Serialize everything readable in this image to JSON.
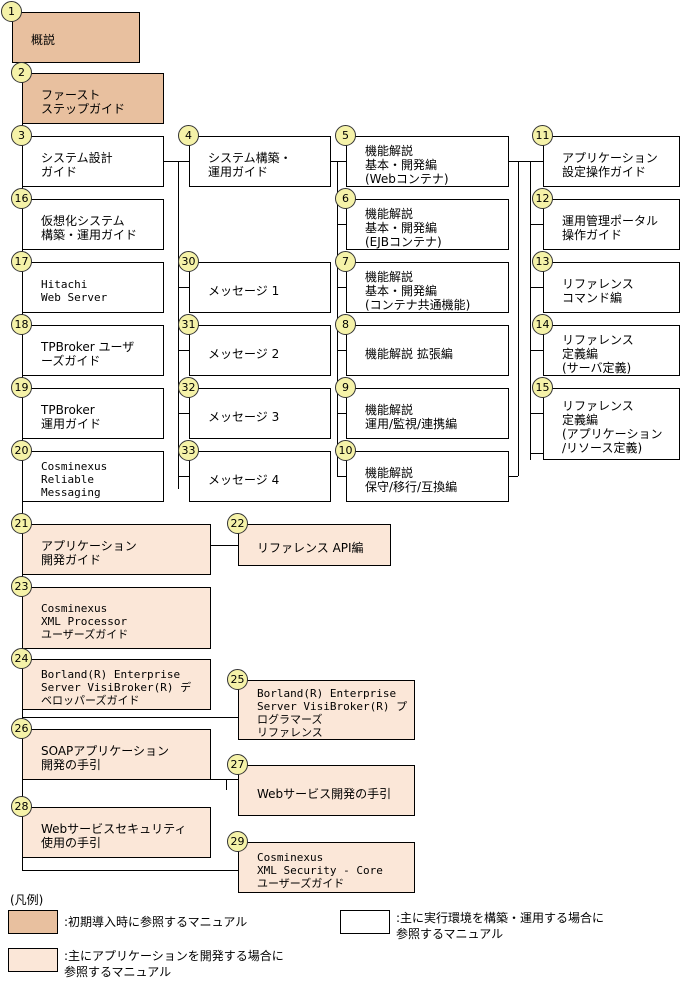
{
  "colors": {
    "intro": "#e8c09f",
    "app_dev": "#fbe7d8",
    "runtime": "#ffffff",
    "badge": "#f5f2a8"
  },
  "nodes": [
    {
      "n": "1",
      "label": "概説",
      "style": "tan"
    },
    {
      "n": "2",
      "label": "ファースト\nステップガイド",
      "style": "tan"
    },
    {
      "n": "3",
      "label": "システム設計\nガイド",
      "style": "white"
    },
    {
      "n": "4",
      "label": "システム構築・\n運用ガイド",
      "style": "white"
    },
    {
      "n": "5",
      "label": "機能解説\n基本・開発編\n(Webコンテナ)",
      "style": "white"
    },
    {
      "n": "6",
      "label": "機能解説\n基本・開発編\n(EJBコンテナ)",
      "style": "white"
    },
    {
      "n": "7",
      "label": "機能解説\n基本・開発編\n(コンテナ共通機能)",
      "style": "white"
    },
    {
      "n": "8",
      "label": "機能解説 拡張編",
      "style": "white"
    },
    {
      "n": "9",
      "label": "機能解説\n運用/監視/連携編",
      "style": "white"
    },
    {
      "n": "10",
      "label": "機能解説\n保守/移行/互換編",
      "style": "white"
    },
    {
      "n": "11",
      "label": "アプリケーション\n設定操作ガイド",
      "style": "white"
    },
    {
      "n": "12",
      "label": "運用管理ポータル\n操作ガイド",
      "style": "white"
    },
    {
      "n": "13",
      "label": "リファレンス\nコマンド編",
      "style": "white"
    },
    {
      "n": "14",
      "label": "リファレンス\n定義編\n(サーバ定義)",
      "style": "white"
    },
    {
      "n": "15",
      "label": "リファレンス\n定義編\n(アプリケーション\n/リソース定義)",
      "style": "white"
    },
    {
      "n": "16",
      "label": "仮想化システム\n構築・運用ガイド",
      "style": "white"
    },
    {
      "n": "17",
      "label": "Hitachi\nWeb Server",
      "style": "white"
    },
    {
      "n": "18",
      "label": "TPBroker ユーザ\nーズガイド",
      "style": "white"
    },
    {
      "n": "19",
      "label": "TPBroker\n運用ガイド",
      "style": "white"
    },
    {
      "n": "20",
      "label": "Cosminexus\nReliable\nMessaging",
      "style": "white"
    },
    {
      "n": "21",
      "label": "アプリケーション\n開発ガイド",
      "style": "peach"
    },
    {
      "n": "22",
      "label": "リファレンス API編",
      "style": "peach"
    },
    {
      "n": "23",
      "label": "Cosminexus\nXML Processor\nユーザーズガイド",
      "style": "peach"
    },
    {
      "n": "24",
      "label": "Borland(R) Enterprise\nServer VisiBroker(R) デ\nベロッパーズガイド",
      "style": "peach"
    },
    {
      "n": "25",
      "label": "Borland(R) Enterprise\nServer VisiBroker(R) プ\nログラマーズ\nリファレンス",
      "style": "peach"
    },
    {
      "n": "26",
      "label": "SOAPアプリケーション\n開発の手引",
      "style": "peach"
    },
    {
      "n": "27",
      "label": "Webサービス開発の手引",
      "style": "peach"
    },
    {
      "n": "28",
      "label": "Webサービスセキュリティ\n使用の手引",
      "style": "peach"
    },
    {
      "n": "29",
      "label": "Cosminexus\nXML Security - Core\nユーザーズガイド",
      "style": "peach"
    },
    {
      "n": "30",
      "label": "メッセージ 1",
      "style": "white"
    },
    {
      "n": "31",
      "label": "メッセージ 2",
      "style": "white"
    },
    {
      "n": "32",
      "label": "メッセージ 3",
      "style": "white"
    },
    {
      "n": "33",
      "label": "メッセージ 4",
      "style": "white"
    }
  ],
  "legend": {
    "title": "(凡例)",
    "intro": ":初期導入時に参照するマニュアル",
    "runtime": ":主に実行環境を構築・運用する場合に\n参照するマニュアル",
    "app_dev": ":主にアプリケーションを開発する場合に\n参照するマニュアル"
  }
}
